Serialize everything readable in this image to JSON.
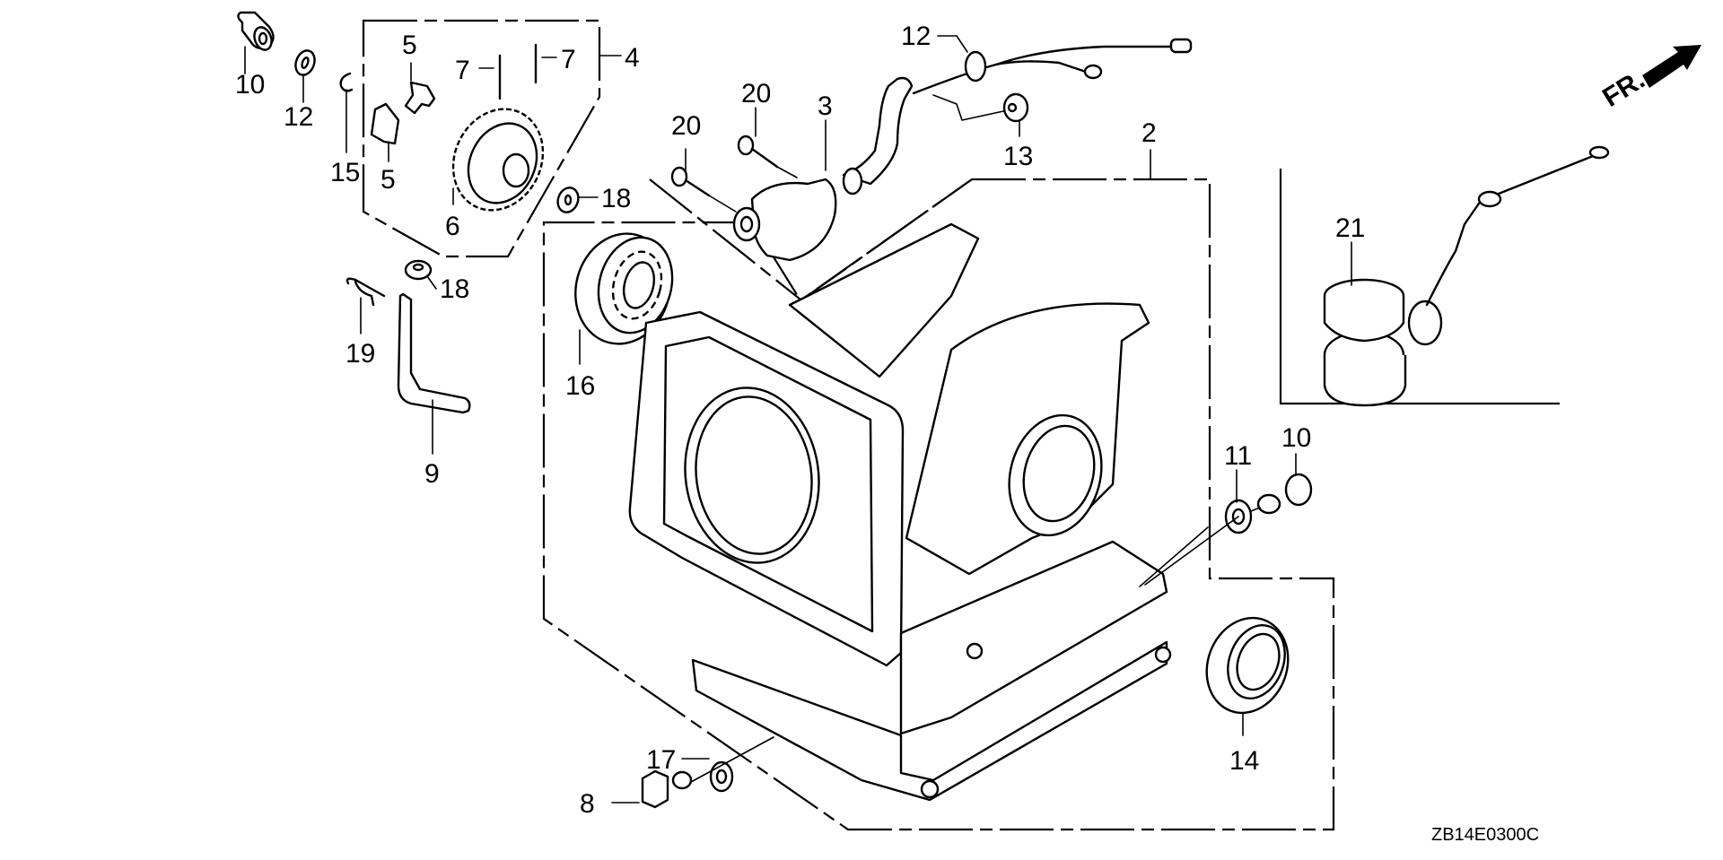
{
  "diagram": {
    "title": "Cylinder Barrel Parts Diagram",
    "drawing_code": "ZB14E0300C",
    "direction_indicator": "FR.",
    "callouts": [
      {
        "id": "c2",
        "number": "2",
        "part": "cylinder-barrel"
      },
      {
        "id": "c3",
        "number": "3",
        "part": "oil-level-switch"
      },
      {
        "id": "c4",
        "number": "4",
        "part": "governor-assembly"
      },
      {
        "id": "c5a",
        "number": "5",
        "part": "governor-weight"
      },
      {
        "id": "c5b",
        "number": "5",
        "part": "governor-weight"
      },
      {
        "id": "c6",
        "number": "6",
        "part": "governor-gear"
      },
      {
        "id": "c7a",
        "number": "7",
        "part": "pin"
      },
      {
        "id": "c7b",
        "number": "7",
        "part": "pin"
      },
      {
        "id": "c8",
        "number": "8",
        "part": "governor-slider"
      },
      {
        "id": "c9",
        "number": "9",
        "part": "breather-tube"
      },
      {
        "id": "c10a",
        "number": "10",
        "part": "drain-bolt"
      },
      {
        "id": "c10b",
        "number": "10",
        "part": "drain-bolt"
      },
      {
        "id": "c11",
        "number": "11",
        "part": "thrust-washer"
      },
      {
        "id": "c12a",
        "number": "12",
        "part": "sealing-washer"
      },
      {
        "id": "c12b",
        "number": "12",
        "part": "sealing-washer"
      },
      {
        "id": "c13",
        "number": "13",
        "part": "snap-ring"
      },
      {
        "id": "c14",
        "number": "14",
        "part": "radial-ball-bearing"
      },
      {
        "id": "c15",
        "number": "15",
        "part": "oil-seal"
      },
      {
        "id": "c16",
        "number": "16",
        "part": "grommet"
      },
      {
        "id": "c17",
        "number": "17",
        "part": "grommet"
      },
      {
        "id": "c18a",
        "number": "18",
        "part": "washer"
      },
      {
        "id": "c18b",
        "number": "18",
        "part": "washer"
      },
      {
        "id": "c19",
        "number": "19",
        "part": "clip"
      },
      {
        "id": "c20a",
        "number": "20",
        "part": "flange-bolt"
      },
      {
        "id": "c20b",
        "number": "20",
        "part": "flange-bolt"
      },
      {
        "id": "c21",
        "number": "21",
        "part": "oil-level-switch-alt"
      }
    ]
  }
}
